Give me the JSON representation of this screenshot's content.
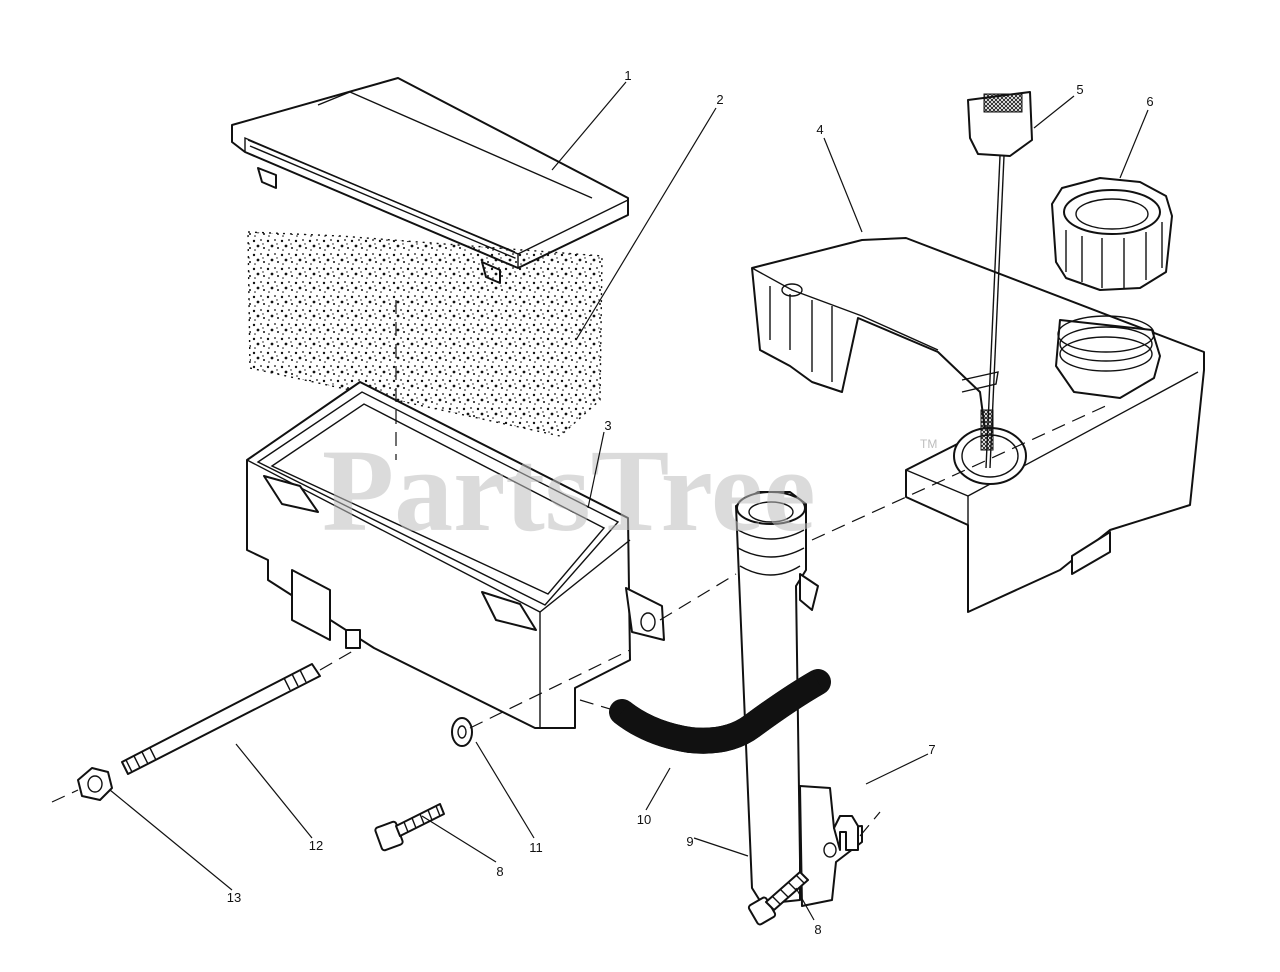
{
  "watermark": {
    "text": "PartsTree",
    "tm": "TM"
  },
  "callouts": [
    {
      "id": "c1",
      "label": "1"
    },
    {
      "id": "c2",
      "label": "2"
    },
    {
      "id": "c3",
      "label": "3"
    },
    {
      "id": "c4",
      "label": "4"
    },
    {
      "id": "c5",
      "label": "5"
    },
    {
      "id": "c6",
      "label": "6"
    },
    {
      "id": "c7",
      "label": "7"
    },
    {
      "id": "c8a",
      "label": "8"
    },
    {
      "id": "c8b",
      "label": "8"
    },
    {
      "id": "c9",
      "label": "9"
    },
    {
      "id": "c10",
      "label": "10"
    },
    {
      "id": "c11",
      "label": "11"
    },
    {
      "id": "c12",
      "label": "12"
    },
    {
      "id": "c13",
      "label": "13"
    }
  ],
  "colors": {
    "ink": "#111111",
    "paper": "#ffffff",
    "watermark": "#bdbdbd"
  }
}
